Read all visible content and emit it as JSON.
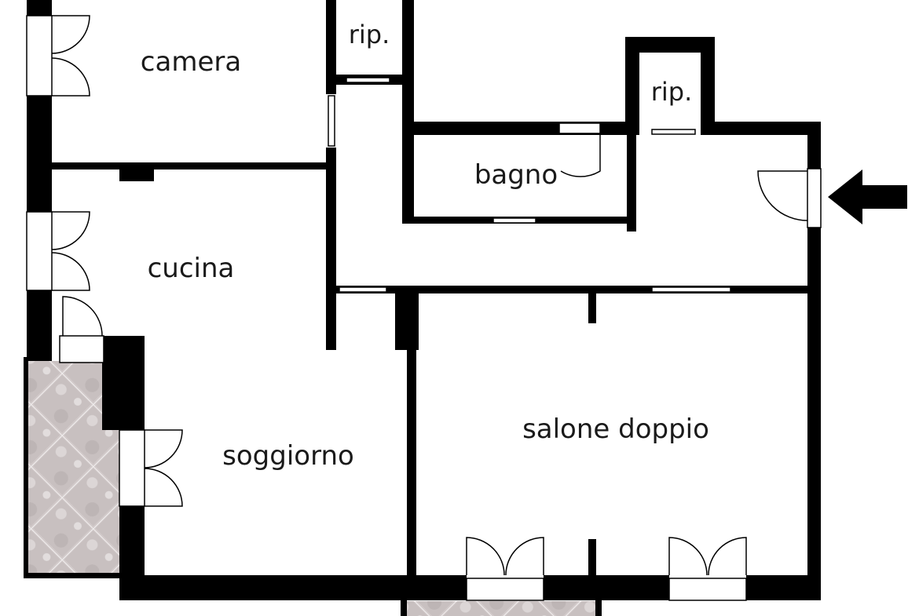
{
  "rooms": {
    "camera": "camera",
    "rip_top": "rip.",
    "rip_right": "rip.",
    "bagno": "bagno",
    "cucina": "cucina",
    "soggiorno": "soggiorno",
    "salone": "salone doppio"
  },
  "icons": {
    "entrance": "entrance-arrow-icon"
  },
  "colors": {
    "wall": "#000000",
    "floor": "#ffffff",
    "balcony_tile": "#cfc8c8",
    "text": "#1a1a1a"
  }
}
